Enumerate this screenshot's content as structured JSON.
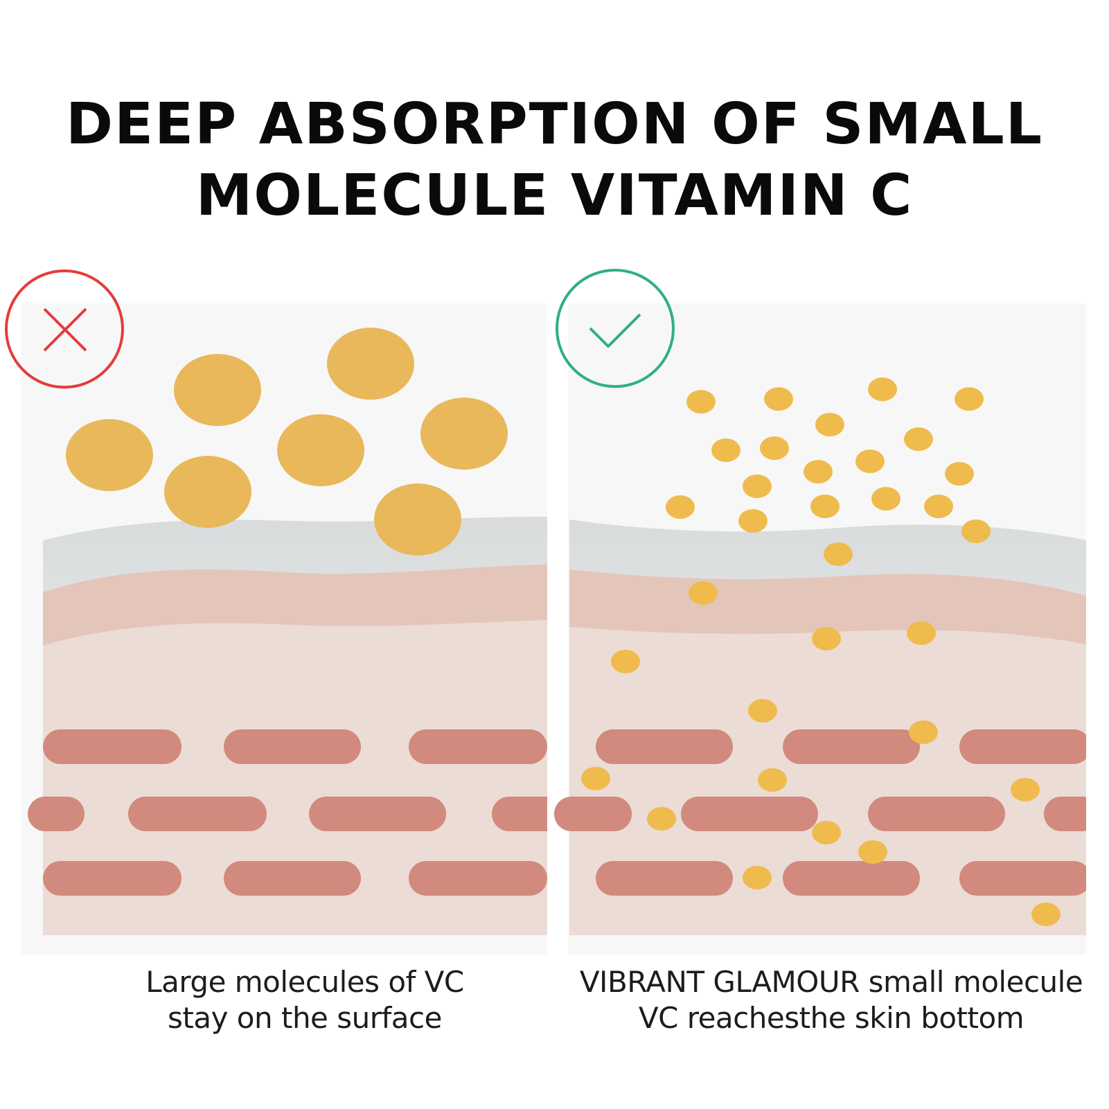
{
  "title": {
    "line1": "DEEP ABSORPTION OF SMALL",
    "line2": "MOLECULE VITAMIN C"
  },
  "panels": [
    {
      "id": "left",
      "status_icon": "cross-icon",
      "status_color": "#e53b3b",
      "caption_line1": "Large molecules of VC",
      "caption_line2": "stay on the surface"
    },
    {
      "id": "right",
      "status_icon": "check-icon",
      "status_color": "#2fb07c",
      "caption_line1": "VIBRANT GLAMOUR small molecule",
      "caption_line2": "VC reachesthe skin bottom"
    }
  ],
  "colors": {
    "molecule": "#e8b85a",
    "small_molecule": "#efbb4d",
    "surface_layer": "#e4e6e6",
    "dermis_band": "#e4c5ba",
    "dermis": "#ecdcd6",
    "cells": "#d18a7d"
  }
}
